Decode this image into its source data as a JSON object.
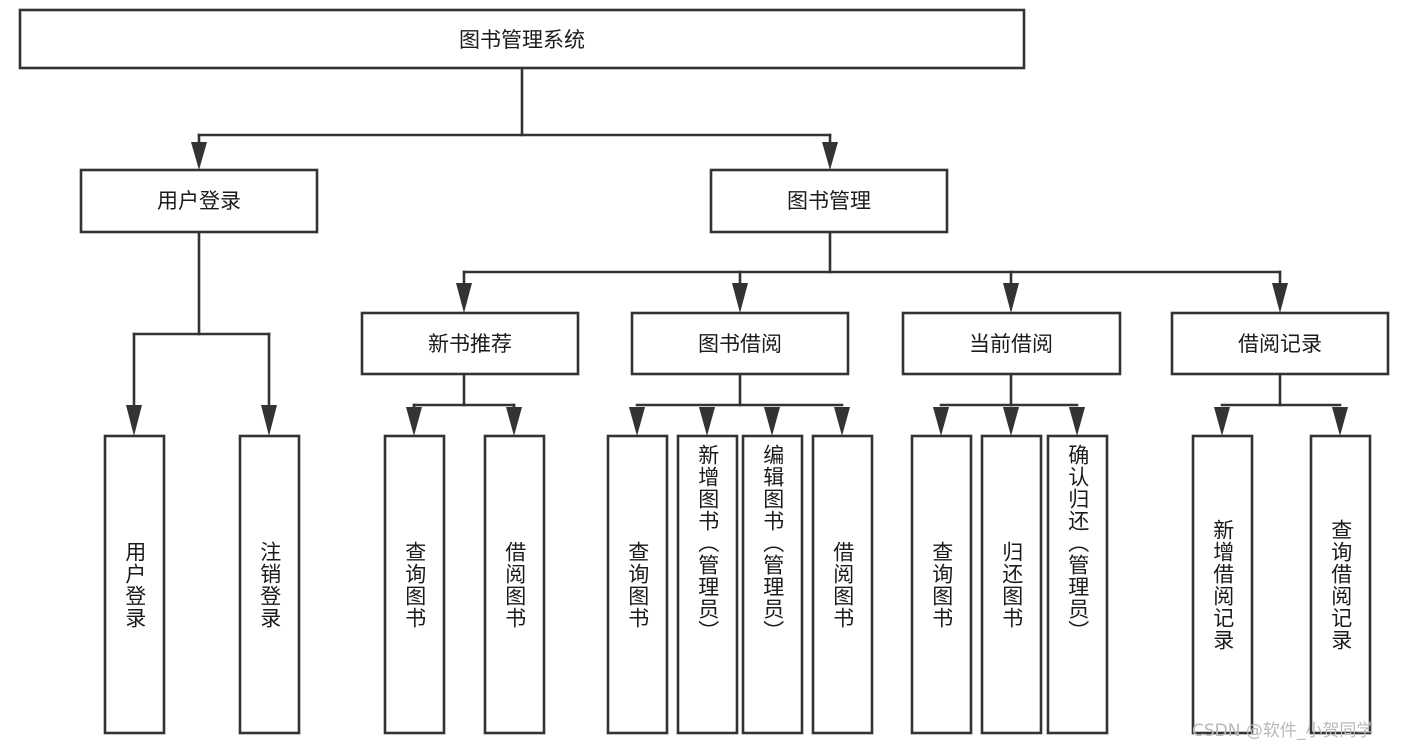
{
  "diagram": {
    "type": "tree",
    "title": "图书管理系统",
    "watermark": "CSDN @软件_小贺同学",
    "colors": {
      "stroke": "#333333",
      "box_fill": "#ffffff",
      "text": "#1b1b1b",
      "background": "#ffffff",
      "watermark": "#b9b9b9"
    },
    "levels": {
      "root": "图书管理系统",
      "level2": [
        "用户登录",
        "图书管理"
      ],
      "level3": [
        "新书推荐",
        "图书借阅",
        "当前借阅",
        "借阅记录"
      ]
    },
    "nodes": {
      "root": {
        "label": "图书管理系统",
        "orientation": "horizontal"
      },
      "user_login": {
        "label": "用户登录",
        "orientation": "horizontal"
      },
      "book_manage": {
        "label": "图书管理",
        "orientation": "horizontal"
      },
      "new_book_rec": {
        "label": "新书推荐",
        "orientation": "horizontal"
      },
      "book_borrow": {
        "label": "图书借阅",
        "orientation": "horizontal"
      },
      "current_borrow": {
        "label": "当前借阅",
        "orientation": "horizontal"
      },
      "borrow_record": {
        "label": "借阅记录",
        "orientation": "horizontal"
      },
      "leaf_1": {
        "label": "用户登录",
        "orientation": "vertical",
        "parent": "用户登录"
      },
      "leaf_2": {
        "label": "注销登录",
        "orientation": "vertical",
        "parent": "用户登录"
      },
      "leaf_3": {
        "label": "查询图书",
        "orientation": "vertical",
        "parent": "新书推荐"
      },
      "leaf_4": {
        "label": "借阅图书",
        "orientation": "vertical",
        "parent": "新书推荐"
      },
      "leaf_5": {
        "label": "查询图书",
        "orientation": "vertical",
        "parent": "图书借阅"
      },
      "leaf_6": {
        "label": "新增图书（管理员）",
        "orientation": "vertical",
        "parent": "图书借阅"
      },
      "leaf_7": {
        "label": "编辑图书（管理员）",
        "orientation": "vertical",
        "parent": "图书借阅"
      },
      "leaf_8": {
        "label": "借阅图书",
        "orientation": "vertical",
        "parent": "图书借阅"
      },
      "leaf_9": {
        "label": "查询图书",
        "orientation": "vertical",
        "parent": "当前借阅"
      },
      "leaf_10": {
        "label": "归还图书",
        "orientation": "vertical",
        "parent": "当前借阅"
      },
      "leaf_11": {
        "label": "确认归还（管理员）",
        "orientation": "vertical",
        "parent": "当前借阅"
      },
      "leaf_12": {
        "label": "新增借阅记录",
        "orientation": "vertical",
        "parent": "借阅记录"
      },
      "leaf_13": {
        "label": "查询借阅记录",
        "orientation": "vertical",
        "parent": "借阅记录"
      }
    }
  }
}
